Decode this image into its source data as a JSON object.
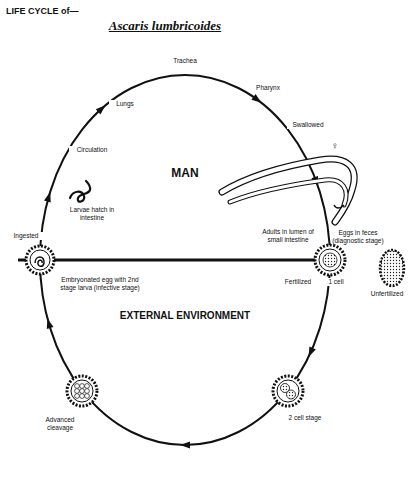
{
  "diagram": {
    "title": "LIFE CYCLE of—",
    "labels": [
      "Ascaris lumbricoides",
      "Trachea",
      "Lungs",
      "Pharynx",
      "Circulation",
      "Swallowed",
      "MAN",
      "Larvae hatch in intestine",
      "♀",
      "Adults in lumen of small intestine",
      "Ingested",
      "Eggs in feces (diagnostic stage)",
      "Embryonated egg with 2nd stage larva (infective stage)",
      "Fertilized",
      "1 cell",
      "Unfertilized",
      "EXTERNAL ENVIRONMENT",
      "Advanced cleavage",
      "2 cell stage"
    ]
  }
}
